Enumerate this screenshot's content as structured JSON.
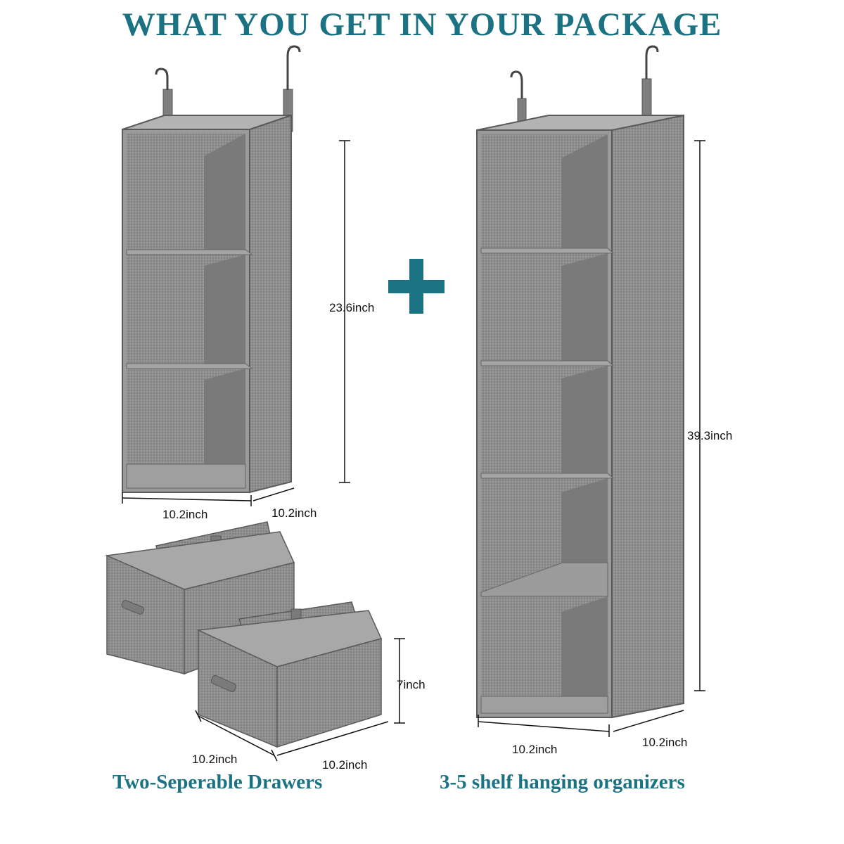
{
  "header": {
    "title": "WHAT YOU GET IN YOUR PACKAGE"
  },
  "colors": {
    "accent": "#1a7283",
    "fabric": "#8f8f8f",
    "fabric_dark": "#6f6f6f",
    "fabric_light": "#b0b0b0"
  },
  "icons": {
    "plus": "plus-icon",
    "hook": "hook-icon"
  },
  "organizer_3_shelf": {
    "height_label": "23.6inch",
    "width_label": "10.2inch",
    "depth_label": "10.2inch"
  },
  "organizer_5_shelf": {
    "height_label": "39.3inch",
    "width_label": "10.2inch",
    "depth_label": "10.2inch"
  },
  "drawers": {
    "height_label": "7inch",
    "width_label": "10.2inch",
    "depth_label": "10.2inch"
  },
  "captions": {
    "drawers": "Two-Seperable Drawers",
    "organizers": "3-5 shelf hanging organizers"
  }
}
